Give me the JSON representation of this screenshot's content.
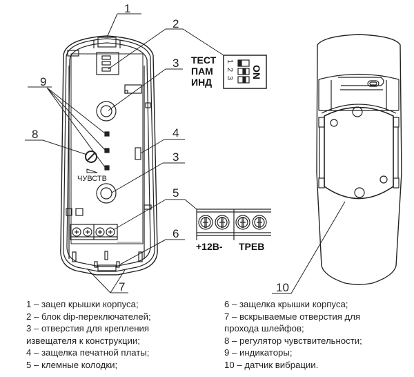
{
  "callouts": {
    "c1": "1",
    "c2": "2",
    "c3a": "3",
    "c3b": "3",
    "c4": "4",
    "c5": "5",
    "c6": "6",
    "c7": "7",
    "c8": "8",
    "c9": "9",
    "c10": "10"
  },
  "pcb": {
    "sensitivity_label": "ЧУВСТВ"
  },
  "dip_switch": {
    "labels": [
      "ТЕСТ",
      "ПАМ",
      "ИНД"
    ],
    "numbers": [
      "1",
      "2",
      "3"
    ],
    "on_label": "ON"
  },
  "terminal_block": {
    "power_label": "+12В-",
    "alarm_label": "ТРЕВ"
  },
  "legend": {
    "left": [
      "1 – зацеп крышки корпуса;",
      "2 – блок dip-переключателей;",
      "3 – отверстия для  крепления",
      "извещателя к конструкции;",
      "4 – защелка печатной платы;",
      "5 – клемные колодки;"
    ],
    "right": [
      "6 – защелка крышки корпуса;",
      "7 – вскрываемые отверстия для",
      "прохода шлейфов;",
      "8 – регулятор чувствительности;",
      "9 – индикаторы;",
      "10 – датчик вибрации."
    ]
  }
}
